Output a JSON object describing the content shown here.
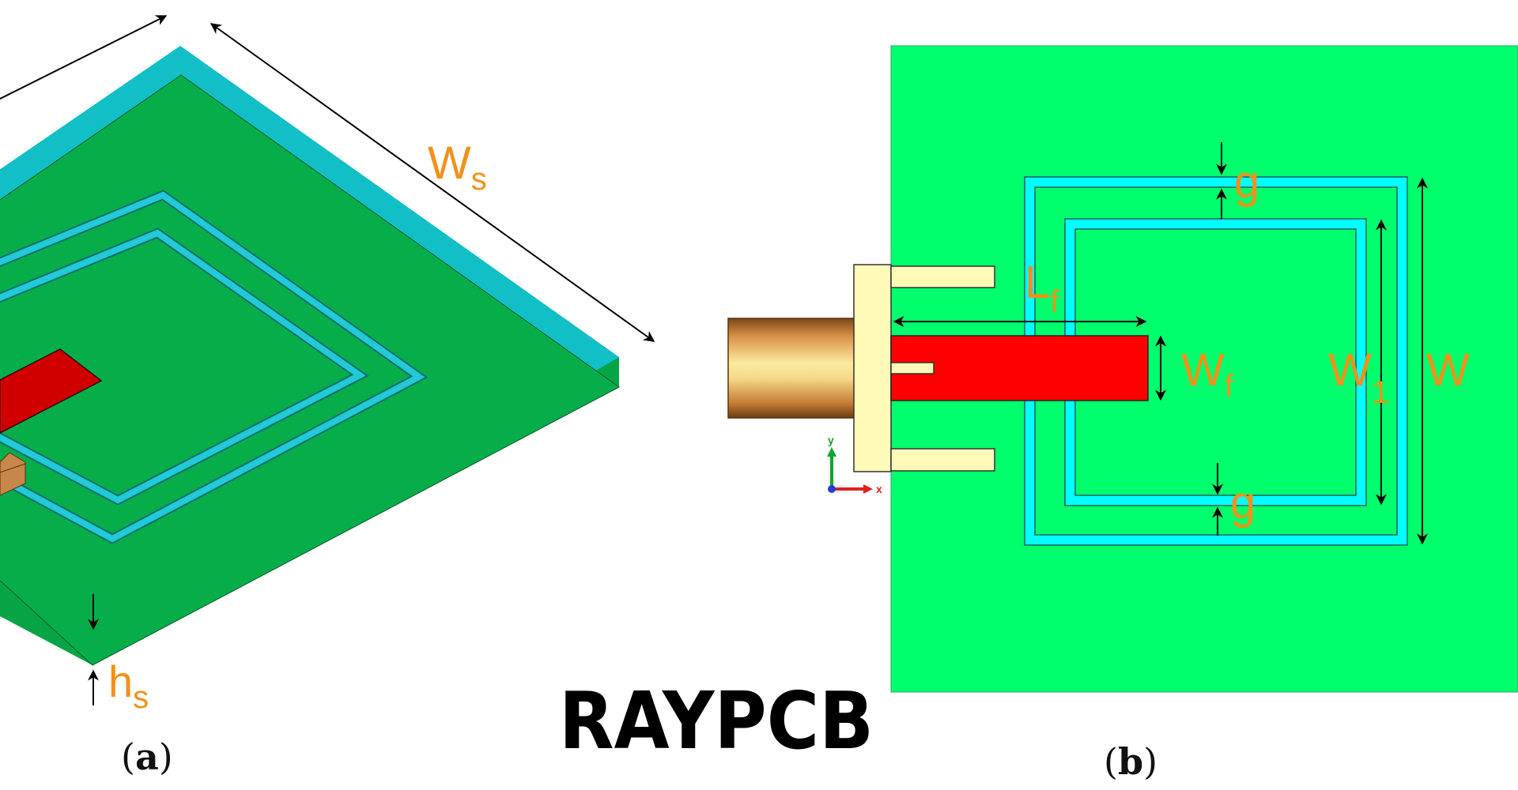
{
  "watermark": "RAYPCB",
  "panels": {
    "a": {
      "caption_open": "(",
      "caption_letter": "a",
      "caption_close": ")",
      "view": "isometric",
      "labels": {
        "ws_main": "W",
        "ws_sub": "s",
        "hs_main": "h",
        "hs_sub": "s"
      }
    },
    "b": {
      "caption_open": "(",
      "caption_letter": "b",
      "caption_close": ")",
      "view": "top",
      "labels": {
        "lf_main": "L",
        "lf_sub": "f",
        "wf_main": "W",
        "wf_sub": "f",
        "w1_main": "W",
        "w1_sub": "1",
        "w_main": "W",
        "g_top": "g",
        "g_bottom": "g"
      },
      "axes": {
        "x": "x",
        "y": "y"
      }
    }
  },
  "colors": {
    "substrate_3d": "#06AD48",
    "substrate_edge_3d": "#12BFC6",
    "ring_3d": "#22C9D6",
    "feed": "#D10000",
    "connector_3d": "#C8864A",
    "substrate_top": "#00FF6C",
    "ring_top": "#00FFFF",
    "feed_top": "#FF0000",
    "flange": "#FFFAB8",
    "label": "#F39019"
  }
}
